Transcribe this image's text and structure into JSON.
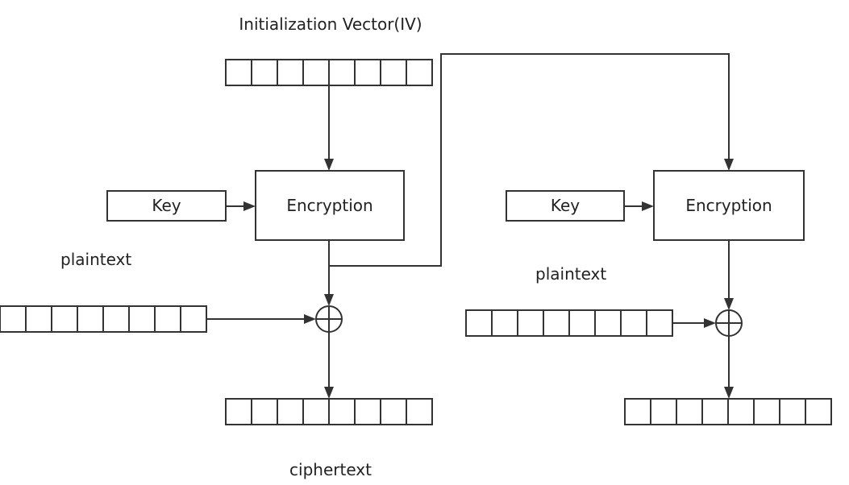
{
  "labels": {
    "iv": "Initialization Vector(IV)",
    "key": "Key",
    "encryption": "Encryption",
    "plaintext": "plaintext",
    "ciphertext": "ciphertext"
  },
  "register": {
    "cells": 8
  },
  "colors": {
    "stroke": "#333333",
    "text": "#222222",
    "background": "#ffffff"
  }
}
